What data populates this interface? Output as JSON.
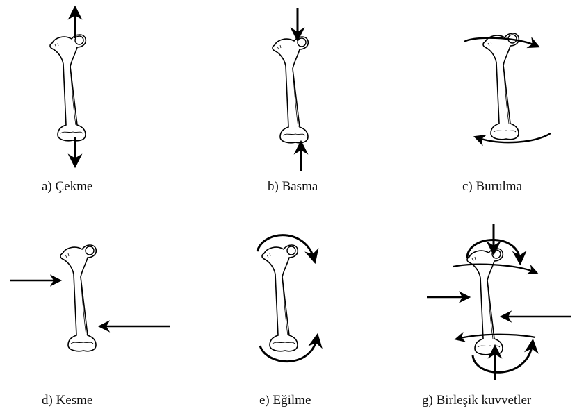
{
  "figure": {
    "panels": [
      {
        "id": "a",
        "caption": "a) Çekme"
      },
      {
        "id": "b",
        "caption": "b) Basma"
      },
      {
        "id": "c",
        "caption": "c) Burulma"
      },
      {
        "id": "d",
        "caption": "d) Kesme"
      },
      {
        "id": "e",
        "caption": "e) Eğilme"
      },
      {
        "id": "f",
        "caption": "g) Birleşik kuvvetler"
      }
    ]
  }
}
